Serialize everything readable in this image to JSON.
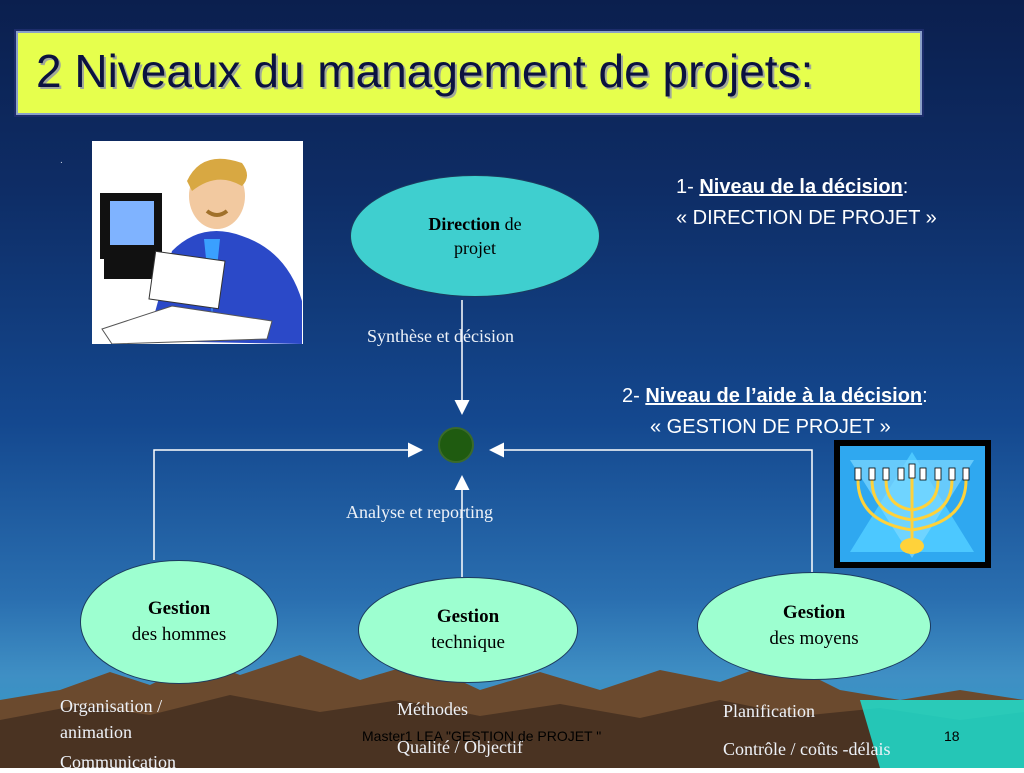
{
  "slide": {
    "title": "2 Niveaux du management de projets:",
    "dot": ".",
    "direction": {
      "bold": "Direction",
      "rest": " de",
      "line2": "projet"
    },
    "label_synthese": "Synthèse et décision",
    "label_analyse": "Analyse et reporting",
    "niveau1": {
      "prefix": "1- ",
      "title": "Niveau de la décision",
      "suffix": ":",
      "line2": "« DIRECTION DE PROJET »"
    },
    "niveau2": {
      "prefix": "2- ",
      "title": "Niveau de l’aide à la décision",
      "suffix": ":",
      "line2": "« GESTION DE PROJET »"
    },
    "hommes": {
      "bold": "Gestion",
      "line2": "des hommes"
    },
    "technique": {
      "bold": "Gestion",
      "line2": "technique"
    },
    "moyens": {
      "bold": "Gestion",
      "line2": "des moyens"
    },
    "bottom_left": [
      "Organisation /",
      "animation",
      "Communication"
    ],
    "bottom_mid": [
      "Méthodes",
      "Qualité / Objectif"
    ],
    "bottom_right": [
      "Planification",
      "Contrôle / coûts -délais"
    ],
    "footer_center": "Master1 LEA   \"GESTION de PROJET \"",
    "footer_page": "18"
  },
  "colors": {
    "title_bg": "#e6ff4d",
    "direction_fill": "#3fcfcf",
    "gestion_fill": "#9dffd0",
    "hub_fill": "#1f5b10"
  }
}
